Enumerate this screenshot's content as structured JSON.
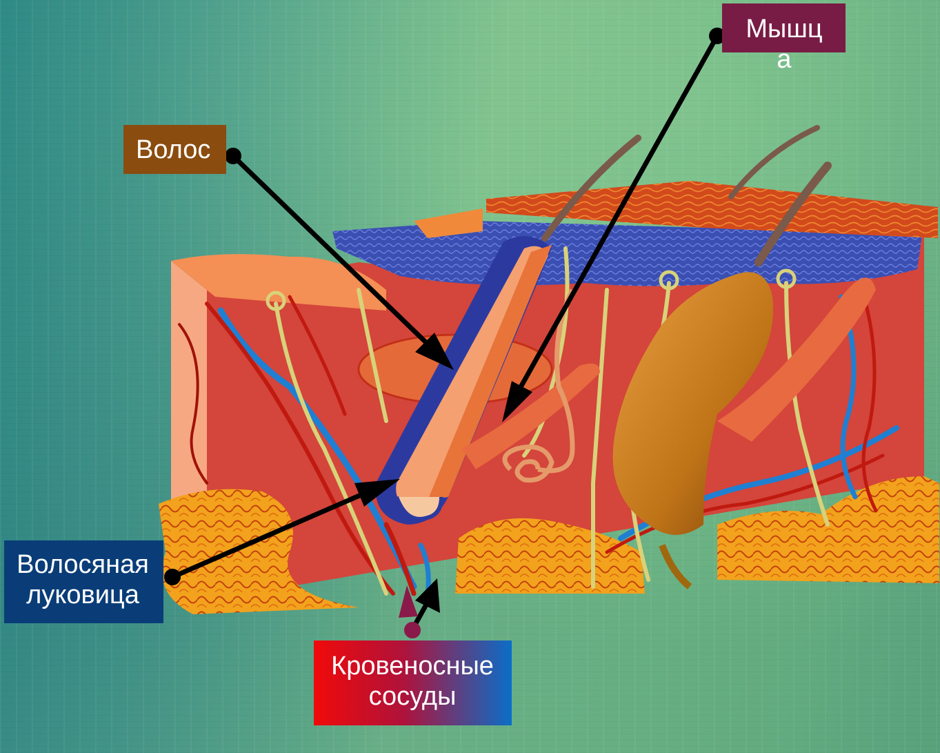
{
  "labels": {
    "hair": "Волос",
    "muscle": "Мышца",
    "hair_bulb": "Волосяная луковица",
    "blood_vessels": "Кровеносные сосуды"
  },
  "colors": {
    "hair_box": "#8b4c0f",
    "muscle_box": "#781c45",
    "bulb_box": "#0a3d78",
    "vessels_gradient_start": "#f00a0a",
    "vessels_gradient_end": "#0a6ec8",
    "dermis": "#d4453b",
    "epidermis_blue": "#3a4fb0",
    "fat": "#f0a520",
    "pointer": "#000000"
  }
}
